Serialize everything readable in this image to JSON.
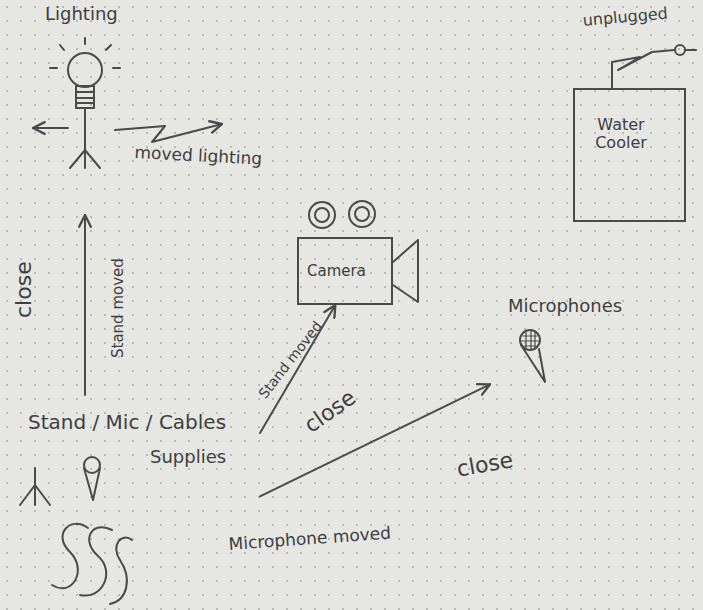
{
  "diagram": {
    "nodes": [
      {
        "text": [
          "Lighting"
        ]
      },
      {
        "text": [
          "Water Cooler"
        ]
      },
      {
        "text": [
          "Camera"
        ]
      },
      {
        "text": [
          "Microphones"
        ]
      },
      {
        "text": [
          "Stand / Mic / Cables",
          "Supplies"
        ]
      }
    ],
    "edges": [
      {
        "from": 4,
        "to": 0,
        "arrow": "to",
        "label": "Stand moved"
      },
      {
        "from": 4,
        "to": 2,
        "arrow": "to",
        "label": "Stand moved"
      },
      {
        "from": 4,
        "to": 3,
        "arrow": "to",
        "label": "Microphone moved"
      }
    ],
    "labels": [
      "moved lighting",
      "unplugged",
      "close",
      "close",
      "close"
    ]
  }
}
